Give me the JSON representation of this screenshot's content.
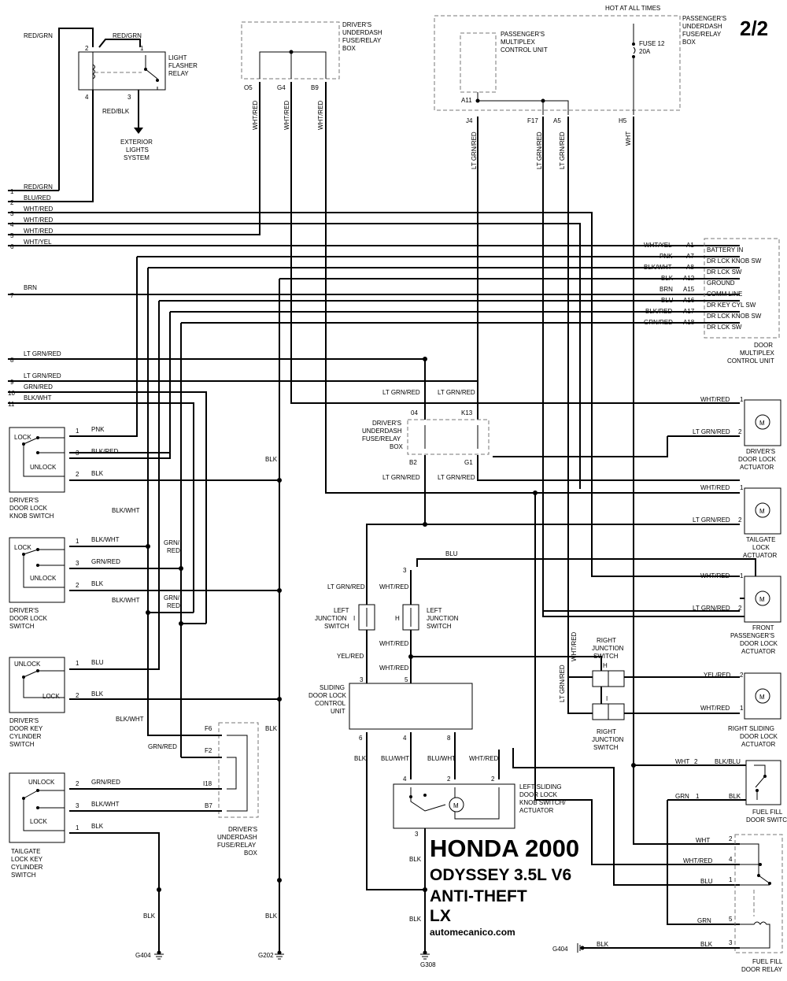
{
  "page": {
    "label": "2/2",
    "hot_label": "HOT AT ALL TIMES"
  },
  "title": {
    "line1": "HONDA 2000",
    "line2": "ODYSSEY 3.5L V6",
    "line3": "ANTI-THEFT",
    "line4": "LX",
    "site": "automecanico.com"
  },
  "relay": {
    "name": [
      "LIGHT",
      "FLASHER",
      "RELAY"
    ],
    "pins": [
      "2",
      "1",
      "4",
      "3"
    ],
    "wires": [
      "RED/GRN",
      "RED/GRN",
      "RED/BLK"
    ],
    "dest": [
      "EXTERIOR",
      "LIGHTS",
      "SYSTEM"
    ]
  },
  "underdash_top": {
    "name": [
      "DRIVER'S",
      "UNDERDASH",
      "FUSE/RELAY",
      "BOX"
    ],
    "pins": [
      "O5",
      "G4",
      "B9"
    ],
    "wires": [
      "WHT/RED",
      "WHT/RED",
      "WHT/RED"
    ]
  },
  "passenger_box": {
    "name": [
      "PASSENGER'S",
      "UNDERDASH",
      "FUSE/RELAY",
      "BOX"
    ],
    "mcu": [
      "PASSENGER'S",
      "MULTIPLEX",
      "CONTROL UNIT"
    ],
    "a11": "A11",
    "fuse": [
      "FUSE 12",
      "20A"
    ],
    "pins": [
      "J4",
      "F17",
      "A5",
      "H5"
    ],
    "wires": [
      "LT GRN/RED",
      "LT GRN/RED",
      "LT GRN/RED",
      "WHT"
    ]
  },
  "left_harness": [
    {
      "n": "1",
      "c": "RED/GRN"
    },
    {
      "n": "2",
      "c": "BLU/RED"
    },
    {
      "n": "3",
      "c": "WHT/RED"
    },
    {
      "n": "4",
      "c": "WHT/RED"
    },
    {
      "n": "5",
      "c": "WHT/RED"
    },
    {
      "n": "6",
      "c": "WHT/YEL"
    },
    {
      "n": "7",
      "c": "BRN"
    },
    {
      "n": "8",
      "c": "LT GRN/RED"
    },
    {
      "n": "9",
      "c": "LT GRN/RED"
    },
    {
      "n": "10",
      "c": "GRN/RED"
    },
    {
      "n": "11",
      "c": "BLK/WHT"
    }
  ],
  "door_mcu": {
    "name": [
      "DOOR",
      "MULTIPLEX",
      "CONTROL UNIT"
    ],
    "pins": [
      {
        "color": "WHT/YEL",
        "pin": "A1",
        "label": "BATTERY IN"
      },
      {
        "color": "PNK",
        "pin": "A7",
        "label": "DR LCK KNOB SW"
      },
      {
        "color": "BLK/WHT",
        "pin": "A8",
        "label": "DR LCK SW"
      },
      {
        "color": "BLK",
        "pin": "A12",
        "label": "GROUND"
      },
      {
        "color": "BRN",
        "pin": "A15",
        "label": "COMM LINE"
      },
      {
        "color": "BLU",
        "pin": "A16",
        "label": "DR KEY CYL SW"
      },
      {
        "color": "BLK/RED",
        "pin": "A17",
        "label": "DR LCK KNOB SW"
      },
      {
        "color": "GRN/RED",
        "pin": "A18",
        "label": "DR LCK SW"
      }
    ]
  },
  "switches": {
    "knob": {
      "name": [
        "DRIVER'S",
        "DOOR LOCK",
        "KNOB SWITCH"
      ],
      "lock": "LOCK",
      "unlock": "UNLOCK",
      "pins": [
        "1",
        "3",
        "2"
      ],
      "wires": [
        "PNK",
        "BLK/RED",
        "BLK"
      ]
    },
    "door": {
      "name": [
        "DRIVER'S",
        "DOOR LOCK",
        "SWITCH"
      ],
      "lock": "LOCK",
      "unlock": "UNLOCK",
      "pins": [
        "1",
        "3",
        "2"
      ],
      "wires": [
        "BLK/WHT",
        "GRN/RED",
        "BLK"
      ]
    },
    "key": {
      "name": [
        "DRIVER'S",
        "DOOR KEY",
        "CYLINDER",
        "SWITCH"
      ],
      "lock": "LOCK",
      "unlock": "UNLOCK",
      "pins": [
        "1",
        "2"
      ],
      "wires": [
        "BLU",
        "BLK"
      ]
    },
    "tailgate": {
      "name": [
        "TAILGATE",
        "LOCK KEY",
        "CYLINDER",
        "SWITCH"
      ],
      "lock": "LOCK",
      "unlock": "UNLOCK",
      "pins": [
        "2",
        "3",
        "1"
      ],
      "wires": [
        "GRN/RED",
        "BLK/WHT",
        "BLK"
      ]
    }
  },
  "mid_labels": {
    "blk": "BLK",
    "blkwht": "BLK/WHT",
    "grnred": "GRN/",
    "red": "RED",
    "ltgrnred": "LT GRN/RED",
    "whtred": "WHT/RED",
    "yelred": "YEL/RED",
    "blu": "BLU",
    "bluwht": "BLU/WHT"
  },
  "underdash_mid": {
    "name": [
      "DRIVER'S",
      "UNDERDASH",
      "FUSE/RELAY",
      "BOX"
    ],
    "pins": [
      "04",
      "K13",
      "B2",
      "G1"
    ]
  },
  "underdash_low": {
    "name": [
      "DRIVER'S",
      "UNDERDASH",
      "FUSE/RELAY",
      "BOX"
    ],
    "pins": [
      "F6",
      "F2",
      "I18",
      "B7"
    ]
  },
  "left_jsw": {
    "name": [
      "LEFT",
      "JUNCTION",
      "SWITCH"
    ],
    "pins": [
      "I",
      "H"
    ]
  },
  "right_jsw": {
    "name": [
      "RIGHT",
      "JUNCTION",
      "SWITCH"
    ],
    "pins": [
      "H",
      "I"
    ]
  },
  "sliding_cu": {
    "name": [
      "SLIDING",
      "DOOR LOCK",
      "CONTROL",
      "UNIT"
    ],
    "pins": [
      "3",
      "5",
      "6",
      "4",
      "8"
    ]
  },
  "knob_act": {
    "name": [
      "LEFT SLIDING",
      "DOOR LOCK",
      "KNOB SWITCH/",
      "ACTUATOR"
    ],
    "pins": [
      "4",
      "2",
      "2",
      "3"
    ]
  },
  "actuators": [
    {
      "name": [
        "DRIVER'S",
        "DOOR LOCK",
        "ACTUATOR"
      ],
      "w1": "WHT/RED",
      "w2": "LT GRN/RED",
      "p1": "1",
      "p2": "2"
    },
    {
      "name": [
        "TAILGATE",
        "LOCK",
        "ACTUATOR"
      ],
      "w1": "WHT/RED",
      "w2": "LT GRN/RED",
      "p1": "1",
      "p2": "2"
    },
    {
      "name": [
        "FRONT",
        "PASSENGER'S",
        "DOOR LOCK",
        "ACTUATOR"
      ],
      "w1": "WHT/RED",
      "w2": "LT GRN/RED",
      "p1": "1",
      "p2": "2"
    },
    {
      "name": [
        "RIGHT SLIDING",
        "DOOR LOCK",
        "ACTUATOR"
      ],
      "w1": "YEL/RED",
      "w2": "WHT/RED",
      "p1": "2",
      "p2": "1"
    }
  ],
  "fuel_sw": {
    "name": [
      "FUEL FILL",
      "DOOR SWITCH"
    ],
    "wires": [
      "WHT",
      "BLK/BLU",
      "GRN",
      "BLK"
    ],
    "pins": [
      "2",
      "1"
    ]
  },
  "fuel_relay": {
    "name": [
      "FUEL FILL",
      "DOOR RELAY"
    ],
    "wires": [
      "WHT",
      "WHT/RED",
      "BLU",
      "GRN",
      "BLK"
    ],
    "pins": [
      "2",
      "4",
      "1",
      "5",
      "3"
    ]
  },
  "grounds": [
    "G404",
    "G202",
    "G308",
    "G404"
  ]
}
